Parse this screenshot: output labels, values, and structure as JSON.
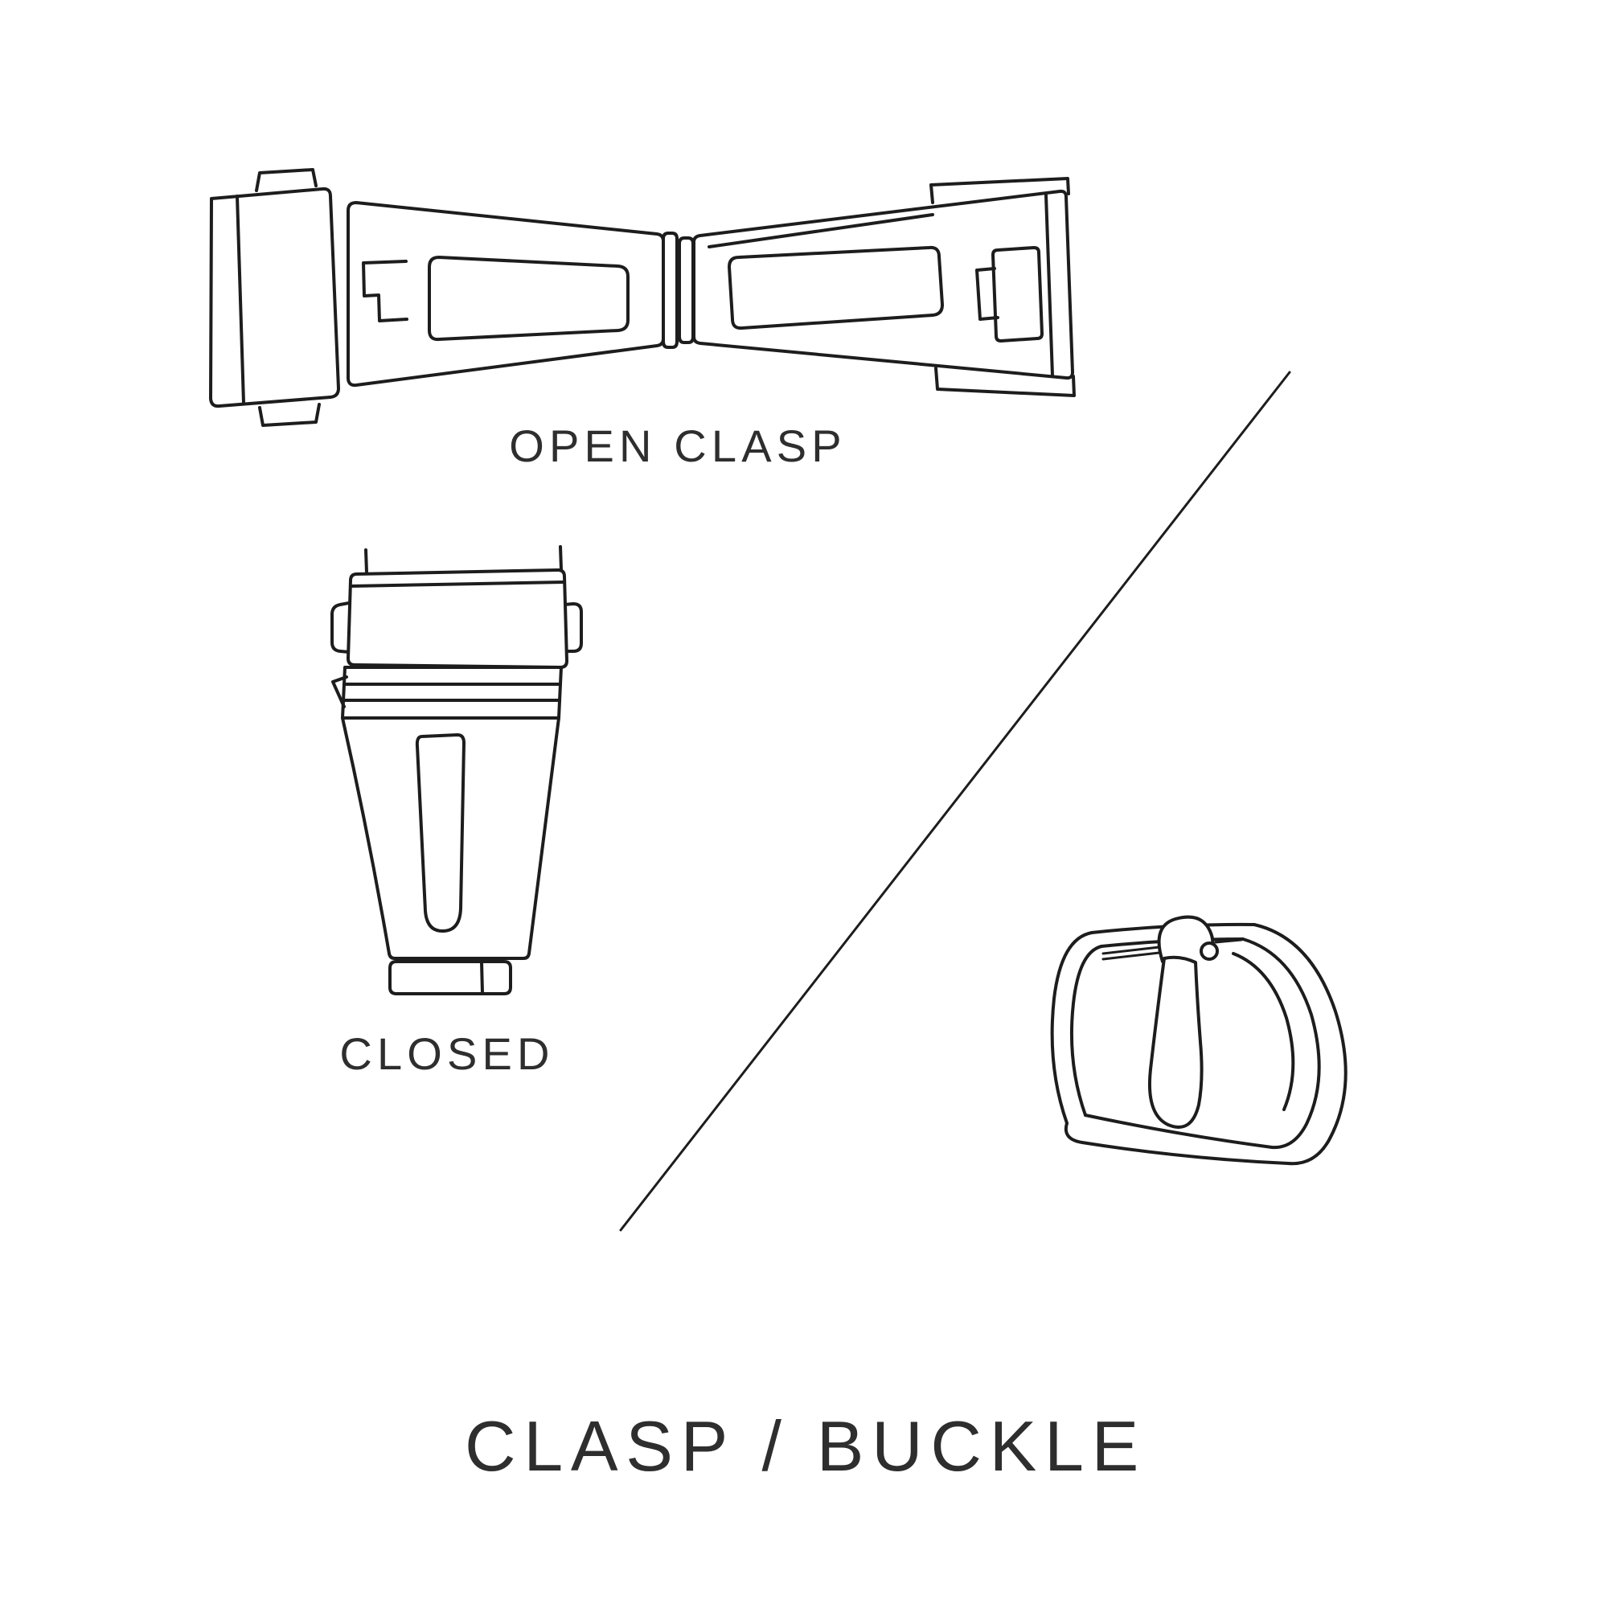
{
  "figure": {
    "title": "CLASP / BUCKLE",
    "sections": {
      "open_clasp_label": "OPEN CLASP",
      "closed_clasp_label": "CLOSED"
    }
  },
  "colors": {
    "line": "#1d1d1d",
    "text": "#2e2e2e",
    "background": "#ffffff"
  }
}
